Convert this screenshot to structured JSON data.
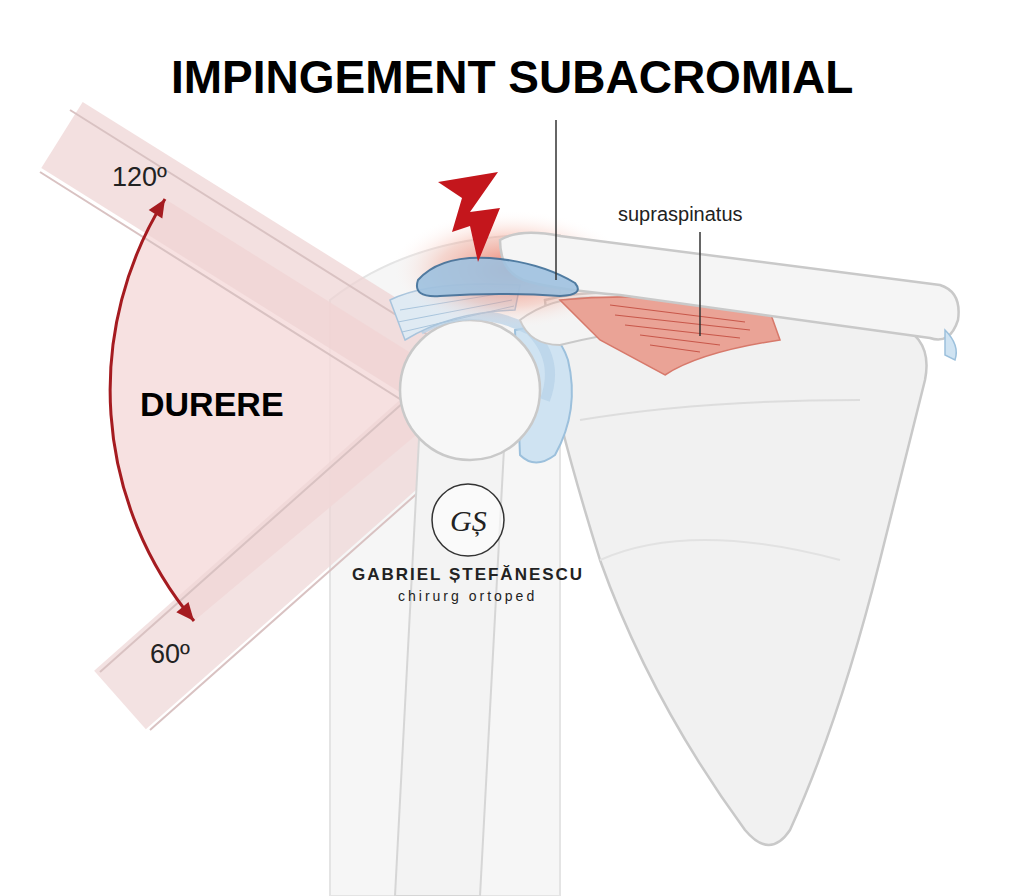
{
  "diagram": {
    "title": "IMPINGEMENT SUBACROMIAL",
    "labels": [
      "120º",
      "DURERE",
      "60º",
      "supraspinatus",
      "GȘ",
      "GABRIEL ȘTEFĂNESCU",
      "chirurg ortoped"
    ]
  }
}
